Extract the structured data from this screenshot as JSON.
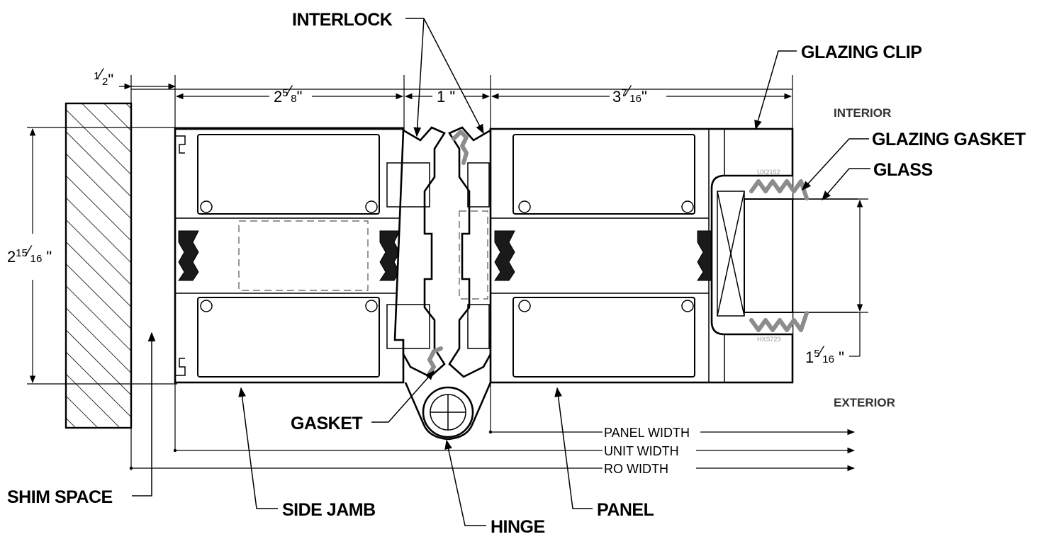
{
  "callouts": {
    "interlock": "INTERLOCK",
    "glazing_clip": "GLAZING CLIP",
    "glazing_gasket": "GLAZING GASKET",
    "glass": "GLASS",
    "gasket": "GASKET",
    "shim_space": "SHIM SPACE",
    "side_jamb": "SIDE JAMB",
    "hinge": "HINGE",
    "panel": "PANEL"
  },
  "sides": {
    "interior": "INTERIOR",
    "exterior": "EXTERIOR"
  },
  "dimensions": {
    "shim": {
      "whole": "",
      "num": "1",
      "den": "2",
      "unit": "\""
    },
    "jamb": {
      "whole": "2",
      "num": "5",
      "den": "8",
      "unit": "\""
    },
    "interlock": {
      "whole": "1",
      "num": "",
      "den": "",
      "unit": " \""
    },
    "panel": {
      "whole": "3",
      "num": "7",
      "den": "16",
      "unit": "\""
    },
    "height": {
      "whole": "2",
      "num": "15",
      "den": "16",
      "unit": " \""
    },
    "glass": {
      "whole": "1",
      "num": "5",
      "den": "16",
      "unit": " \""
    }
  },
  "width_lines": {
    "panel_width": "PANEL WIDTH",
    "unit_width": "UNIT WIDTH",
    "ro_width": "RO WIDTH"
  },
  "part_refs": {
    "top": "UX2152",
    "bottom": "HXS723"
  }
}
